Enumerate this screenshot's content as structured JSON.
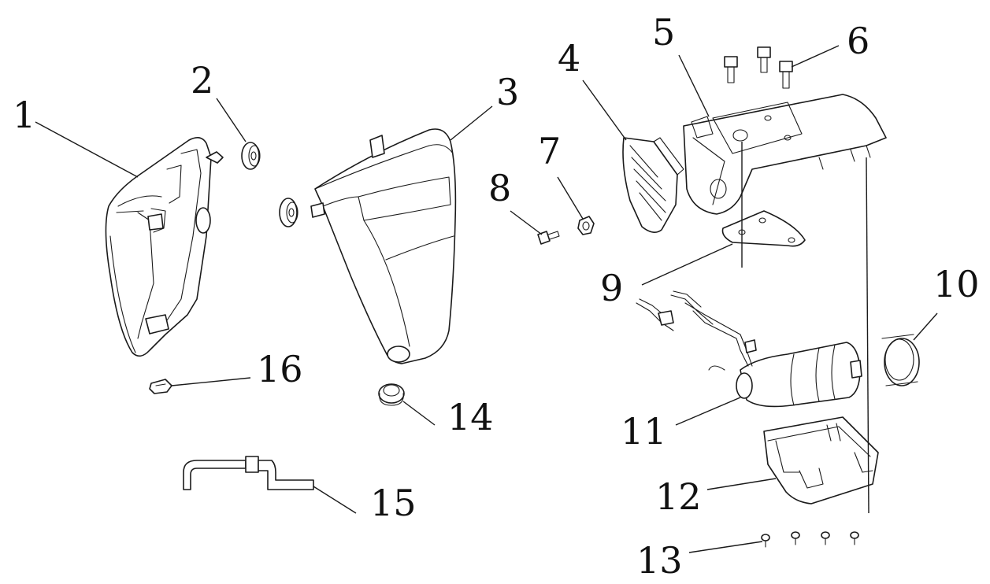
{
  "labels": {
    "l1": "1",
    "l2": "2",
    "l3": "3",
    "l4": "4",
    "l5": "5",
    "l6": "6",
    "l7": "7",
    "l8": "8",
    "l9": "9",
    "l10": "10",
    "l11": "11",
    "l12": "12",
    "l13": "13",
    "l14": "14",
    "l15": "15",
    "l16": "16"
  },
  "colors": {
    "line": "#1a1a1a",
    "background": "#ffffff"
  }
}
